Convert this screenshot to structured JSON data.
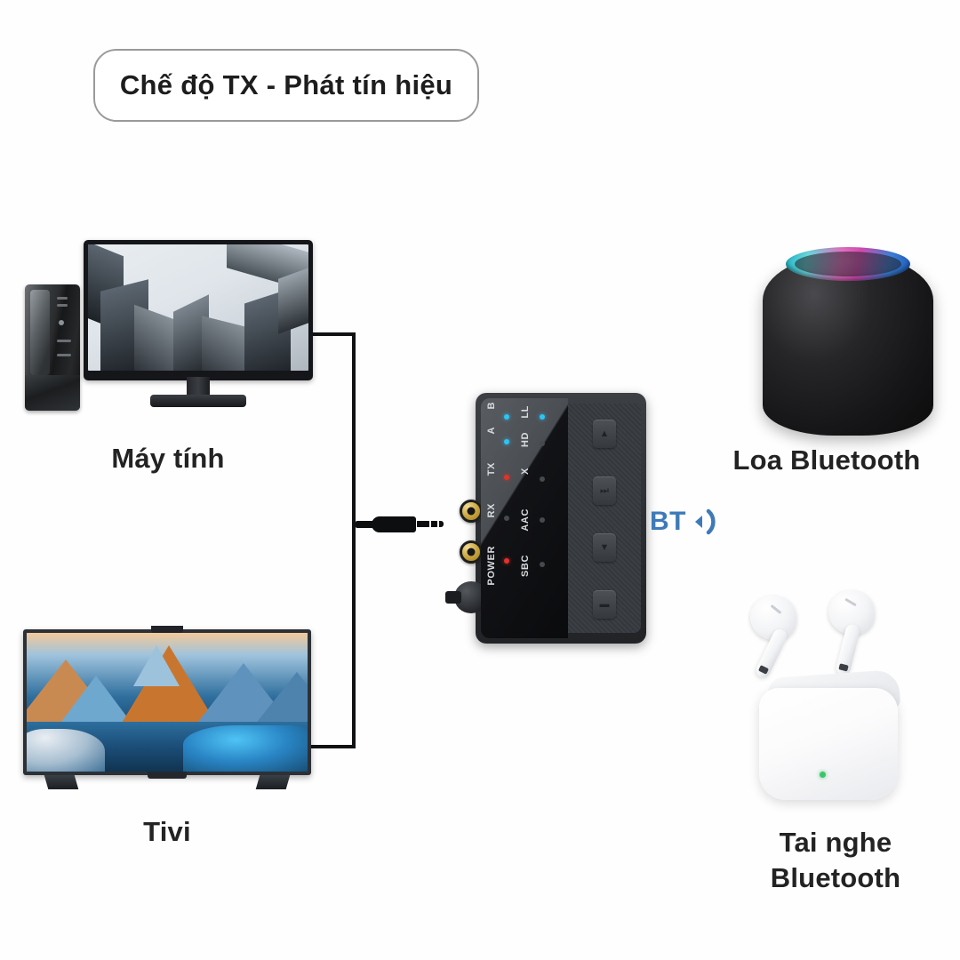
{
  "page": {
    "background": "#ffffff",
    "accent_blue": "#3e7ab8"
  },
  "title_badge": {
    "label": "Chế độ TX - Phát tín hiệu",
    "border_color": "#9a9a9a"
  },
  "sources": [
    {
      "id": "computer",
      "label": "Máy tính",
      "screen_content": "skyscraper architecture photo"
    },
    {
      "id": "tv",
      "label": "Tivi",
      "screen_content": "mountain lake landscape photo"
    }
  ],
  "destinations": [
    {
      "id": "bluetooth-speaker",
      "label": "Loa Bluetooth"
    },
    {
      "id": "bluetooth-earbuds",
      "label": "Tai nghe\nBluetooth",
      "line1": "Tai nghe",
      "line2": "Bluetooth"
    }
  ],
  "wireless_indicator": {
    "label": "BT",
    "icon": "speaker-wave-icon",
    "color": "#3e7ab8"
  },
  "device": {
    "name": "bluetooth-transmitter-receiver",
    "led_labels_left": [
      "POWER",
      "RX",
      "TX",
      "A",
      "B"
    ],
    "led_labels_right": [
      "SBC",
      "AAC",
      "X",
      "HD",
      "LL"
    ],
    "led_states_left": [
      "red",
      "off",
      "red",
      "cyan",
      "cyan"
    ],
    "led_states_right": [
      "off",
      "off",
      "off",
      "off",
      "cyan"
    ],
    "buttons": [
      "▲",
      "⏭",
      "▼",
      "▬"
    ],
    "connectors": [
      "rca-left",
      "rca-right",
      "aux-3.5mm"
    ],
    "colors": {
      "led_red": "#e0332a",
      "led_cyan": "#2ec3f3",
      "led_off": "#46494d"
    }
  },
  "cable": {
    "name": "aux-cable",
    "plug": "3.5mm-jack",
    "color": "#111214"
  }
}
